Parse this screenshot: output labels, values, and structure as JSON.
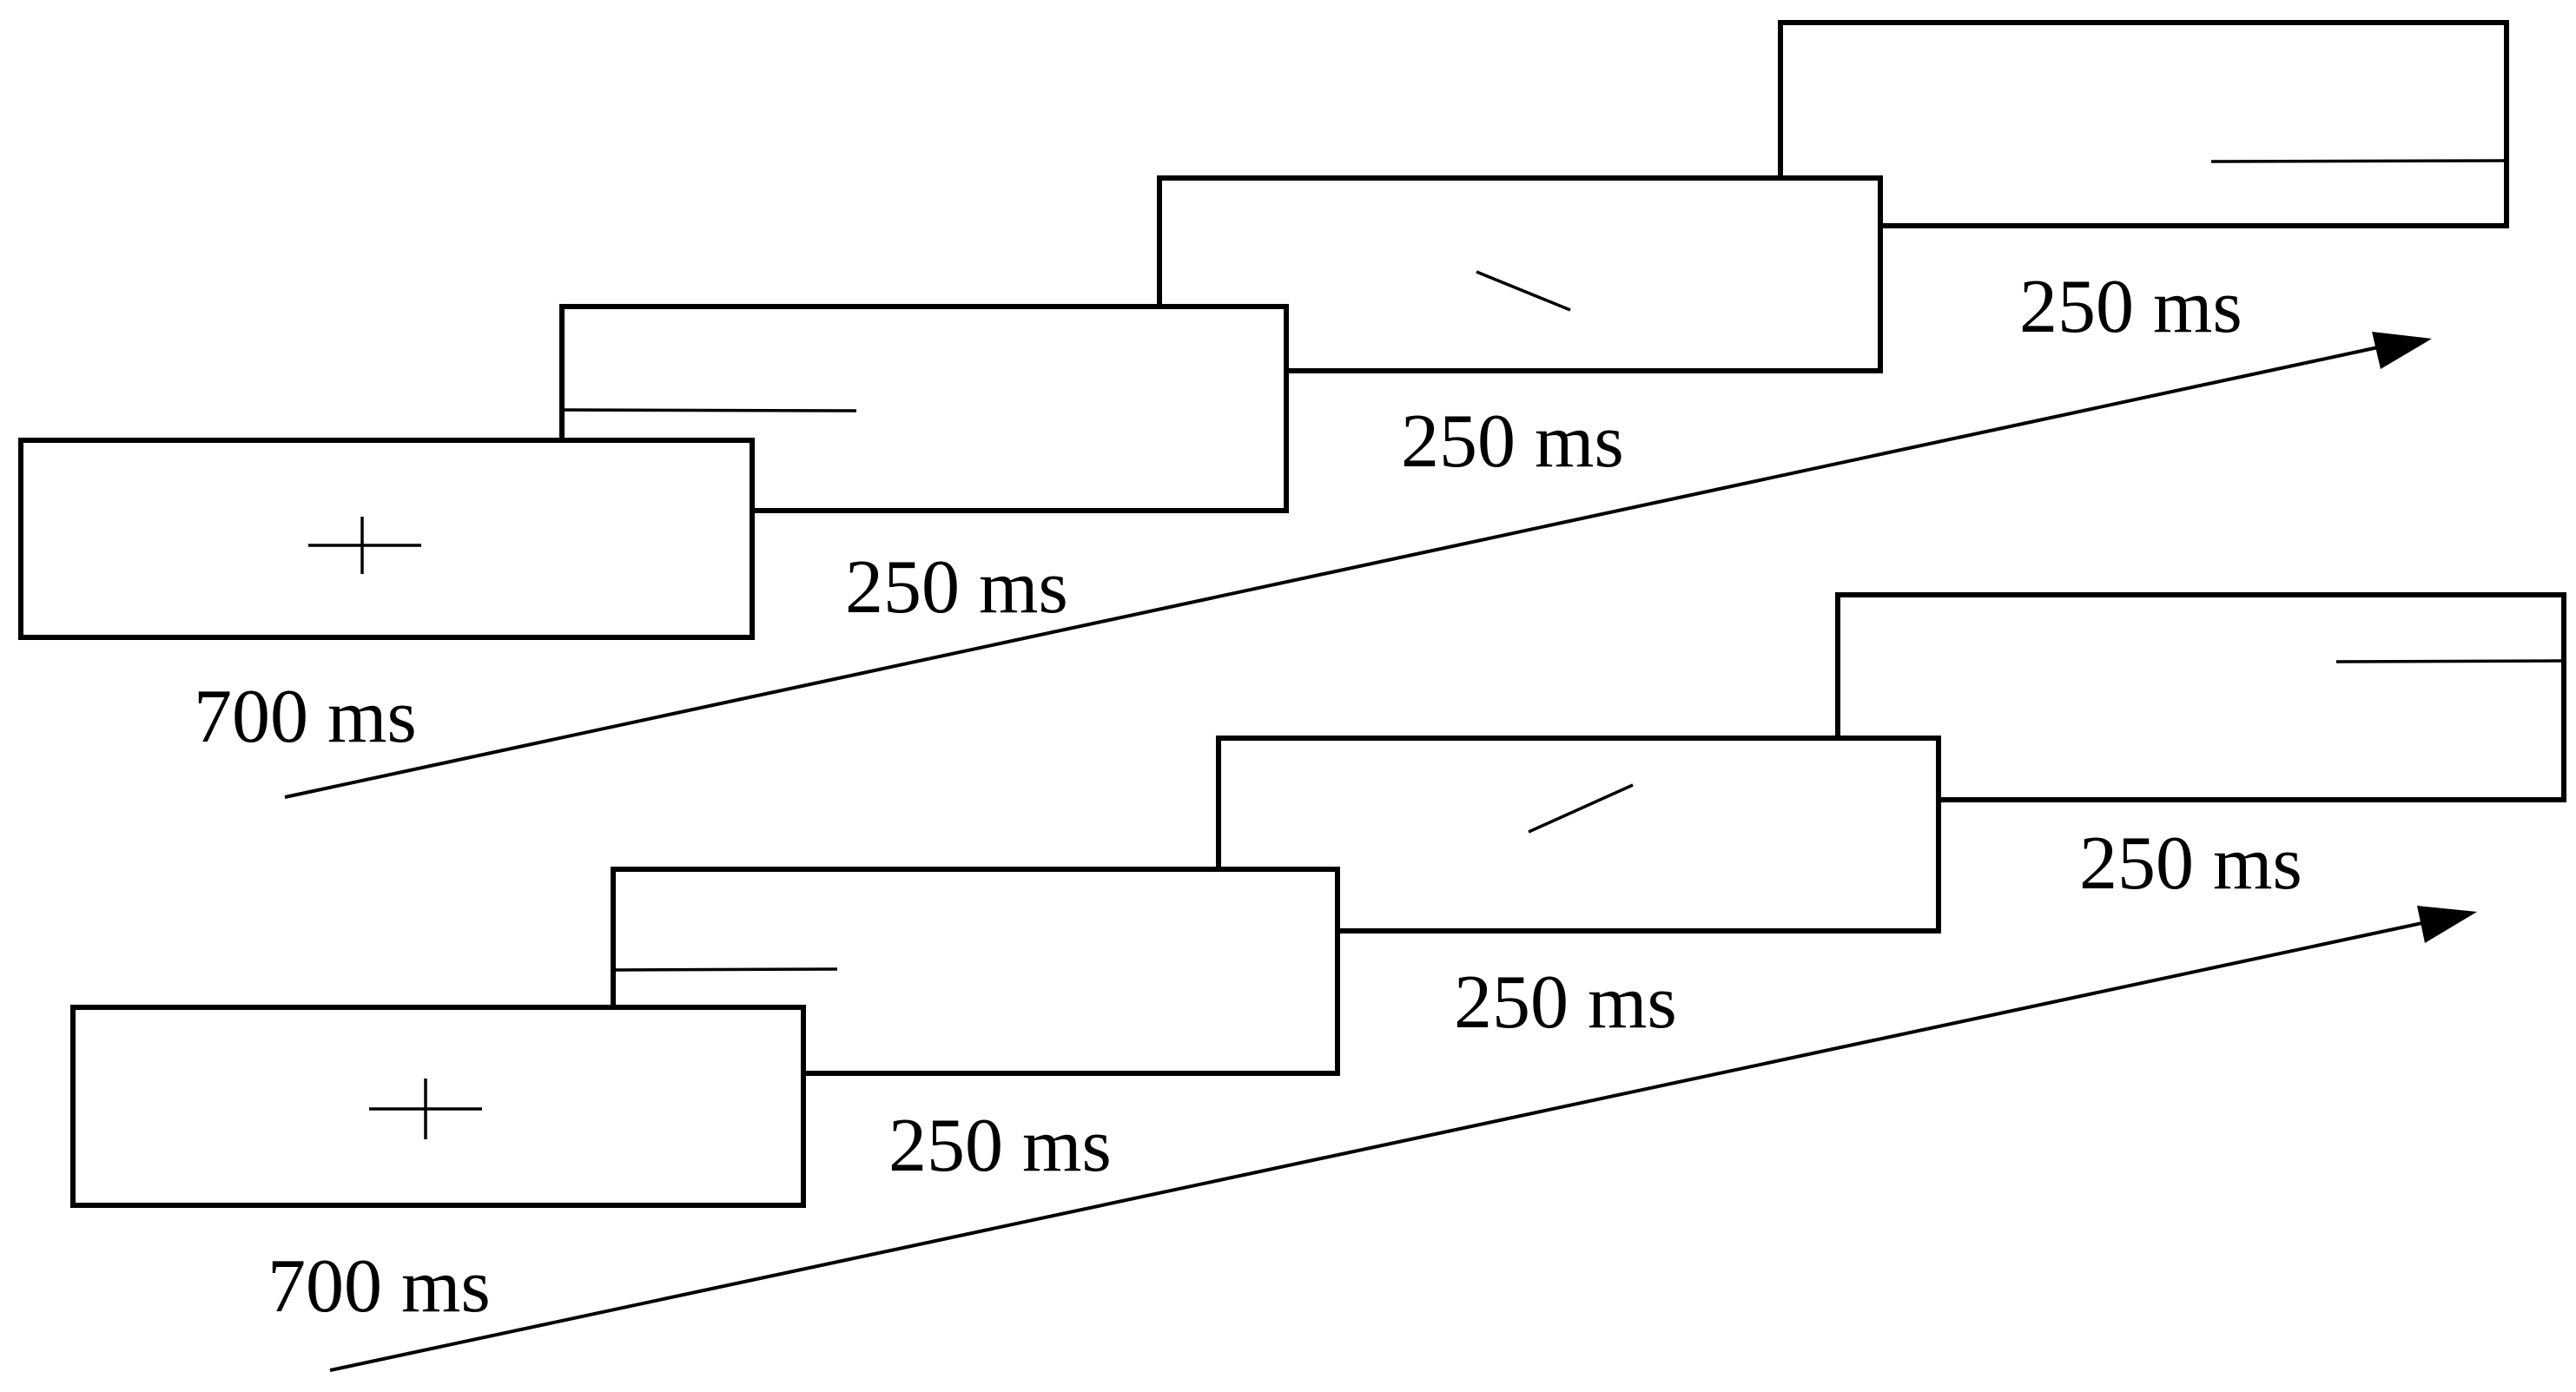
{
  "sequences": [
    {
      "frames": [
        {
          "stimulus": "fixation-cross",
          "duration": "700 ms"
        },
        {
          "stimulus": "horizontal-line",
          "duration": "250 ms"
        },
        {
          "stimulus": "tilted-line-down-right",
          "duration": "250 ms"
        },
        {
          "stimulus": "horizontal-line",
          "duration": "250 ms"
        }
      ]
    },
    {
      "frames": [
        {
          "stimulus": "fixation-cross",
          "duration": "700 ms"
        },
        {
          "stimulus": "horizontal-line",
          "duration": "250 ms"
        },
        {
          "stimulus": "tilted-line-up-right",
          "duration": "250 ms"
        },
        {
          "stimulus": "horizontal-line",
          "duration": "250 ms"
        }
      ]
    }
  ],
  "colors": {
    "line": "#000000",
    "background": "#ffffff"
  }
}
